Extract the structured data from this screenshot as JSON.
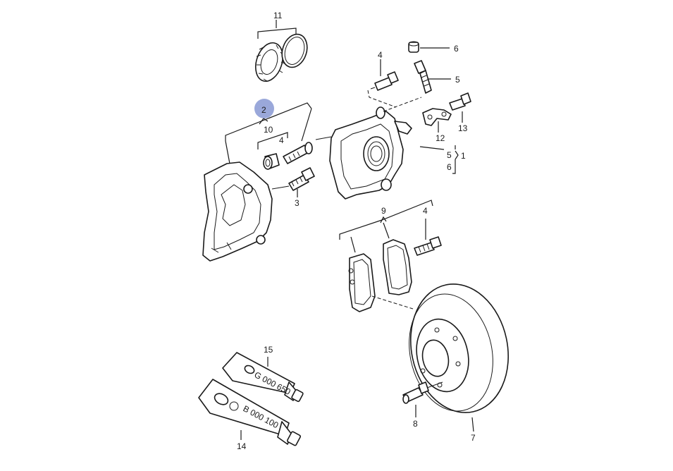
{
  "diagram": {
    "highlight_color": "#8f9fd6",
    "callouts": {
      "c1": "1",
      "c2": "2",
      "c3": "3",
      "c4a": "4",
      "c4b": "4",
      "c4c": "4",
      "c5a": "5",
      "c5b": "5",
      "c6a": "6",
      "c6b": "6",
      "c7": "7",
      "c8": "8",
      "c9": "9",
      "c10": "10",
      "c11": "11",
      "c12": "12",
      "c13": "13",
      "c14": "14",
      "c15": "15"
    },
    "tube_large_text": "B 000 100",
    "tube_small_text": "G 000 650"
  }
}
